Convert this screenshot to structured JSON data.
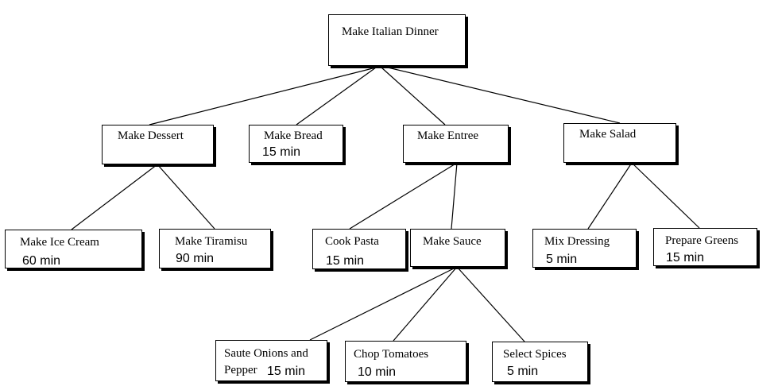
{
  "diagram": {
    "nodes": [
      {
        "id": "root",
        "label": "Make Italian Dinner",
        "duration": ""
      },
      {
        "id": "dessert",
        "label": "Make Dessert",
        "duration": ""
      },
      {
        "id": "bread",
        "label": "Make Bread",
        "duration": "15 min"
      },
      {
        "id": "entree",
        "label": "Make Entree",
        "duration": ""
      },
      {
        "id": "salad",
        "label": "Make Salad",
        "duration": ""
      },
      {
        "id": "icecream",
        "label": "Make Ice Cream",
        "duration": "60 min"
      },
      {
        "id": "tiramisu",
        "label": "Make Tiramisu",
        "duration": "90 min"
      },
      {
        "id": "pasta",
        "label": "Cook Pasta",
        "duration": "15 min"
      },
      {
        "id": "sauce",
        "label": "Make Sauce",
        "duration": ""
      },
      {
        "id": "dressing",
        "label": "Mix Dressing",
        "duration": "5 min"
      },
      {
        "id": "greens",
        "label": "Prepare Greens",
        "duration": "15 min"
      },
      {
        "id": "onions",
        "label": "Saute Onions and Pepper",
        "duration": "15 min"
      },
      {
        "id": "tomatoes",
        "label": "Chop Tomatoes",
        "duration": "10 min"
      },
      {
        "id": "spices",
        "label": "Select Spices",
        "duration": "5 min"
      }
    ],
    "edges": [
      {
        "from": "root",
        "to": "dessert"
      },
      {
        "from": "root",
        "to": "bread"
      },
      {
        "from": "root",
        "to": "entree"
      },
      {
        "from": "root",
        "to": "salad"
      },
      {
        "from": "dessert",
        "to": "icecream"
      },
      {
        "from": "dessert",
        "to": "tiramisu"
      },
      {
        "from": "entree",
        "to": "pasta"
      },
      {
        "from": "entree",
        "to": "sauce"
      },
      {
        "from": "salad",
        "to": "dressing"
      },
      {
        "from": "salad",
        "to": "greens"
      },
      {
        "from": "sauce",
        "to": "onions"
      },
      {
        "from": "sauce",
        "to": "tomatoes"
      },
      {
        "from": "sauce",
        "to": "spices"
      }
    ]
  }
}
